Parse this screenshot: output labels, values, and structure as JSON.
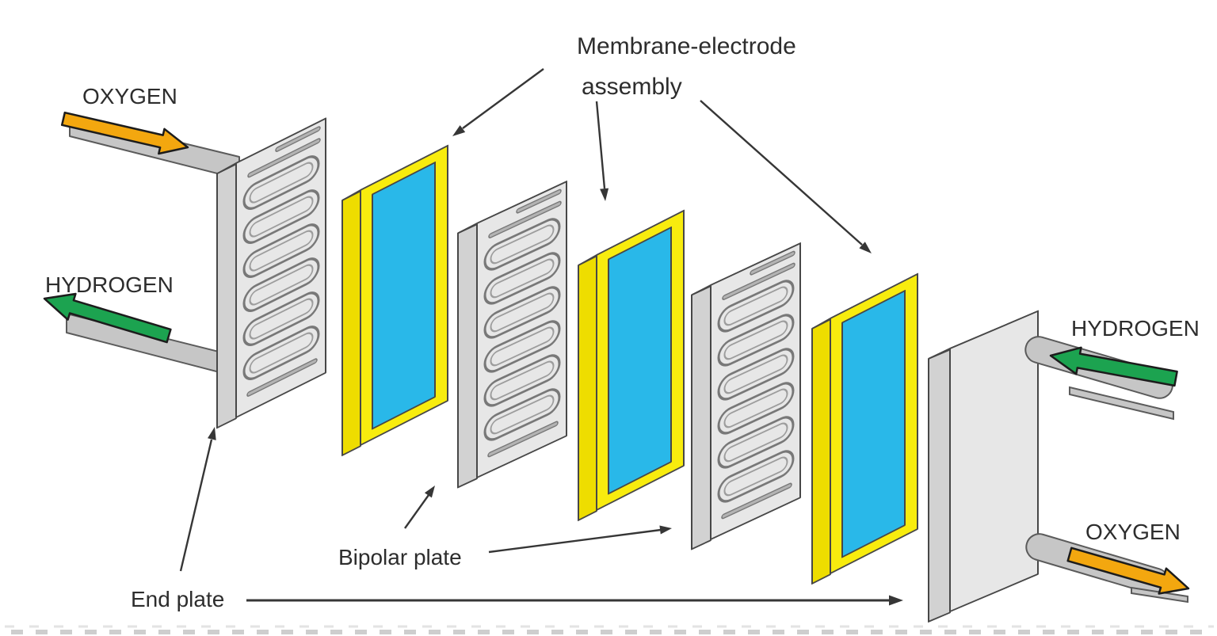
{
  "labels": {
    "mea_line1": "Membrane-electrode",
    "mea_line2": "assembly",
    "oxygen_left": "OXYGEN",
    "hydrogen_left": "HYDROGEN",
    "hydrogen_right": "HYDROGEN",
    "oxygen_right": "OXYGEN",
    "end_plate": "End plate",
    "bipolar_plate": "Bipolar plate"
  },
  "colors": {
    "plate_gray": "#e7e7e7",
    "plate_gray_side": "#d2d2d2",
    "plate_gray_top": "#f4f4f4",
    "mea_yellow": "#f8ec0e",
    "mea_yellow_side": "#eedd00",
    "mea_yellow_top": "#fdf470",
    "membrane_cyan": "#29b8e9",
    "arrow_green": "#1ca350",
    "arrow_orange": "#f3a70f",
    "pipe_gray": "#c6c6c6",
    "pipe_stroke": "#5b5b5b",
    "dash_fill": "#b3b3b3",
    "channel": "#787878",
    "channel_light": "#9d9d9d",
    "outline": "#474747",
    "leader": "#363636",
    "text": "#2d2d2d"
  }
}
